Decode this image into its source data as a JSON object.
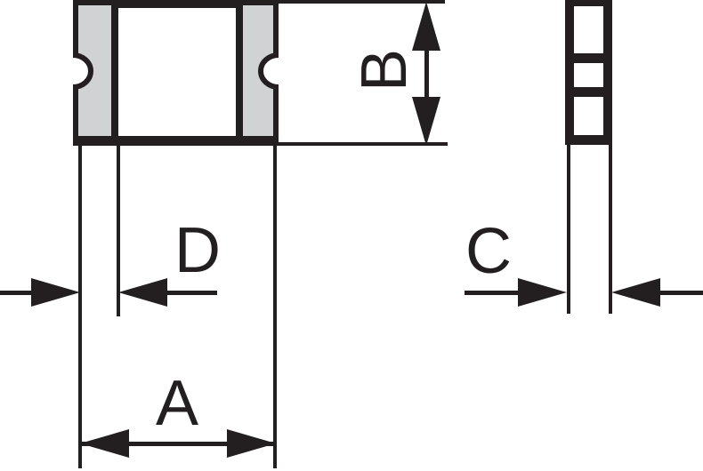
{
  "diagram": {
    "labels": {
      "a": "A",
      "b": "B",
      "c": "C",
      "d": "D"
    },
    "colors": {
      "ink": "#231f20",
      "terminal_fill": "#d0d2d3",
      "body_fill": "#ffffff",
      "background": "#ffffff"
    }
  }
}
